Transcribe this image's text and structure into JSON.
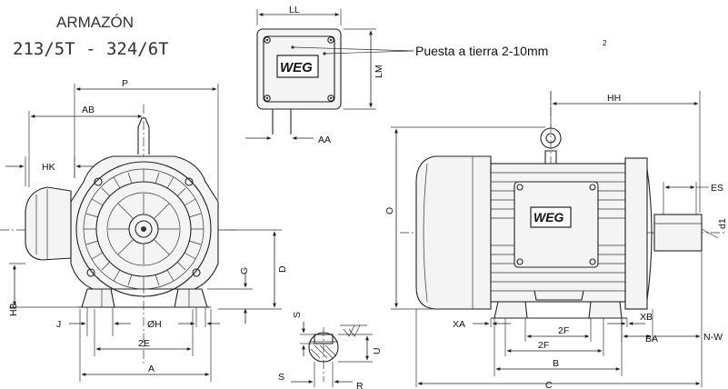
{
  "title": {
    "frame_word": "ARMAZÓN",
    "frame_range": "213/5T  -  324/6T"
  },
  "annotations": {
    "grounding": "Puesta a tierra 2-10mm",
    "grounding_sup": "2",
    "logo": "WEG"
  },
  "dimension_labels": {
    "LL": "LL",
    "LM": "LM",
    "AA": "AA",
    "P": "P",
    "AB": "AB",
    "HK": "HK",
    "D": "D",
    "G": "G",
    "OH": "ØH",
    "HB": "HB",
    "J": "J",
    "E2": "2E",
    "A": "A",
    "S_top": "S",
    "U": "U",
    "S_bottom": "S",
    "R": "R",
    "HH": "HH",
    "O": "O",
    "ES": "ES",
    "d1": "d1",
    "XA": "XA",
    "XB": "XB",
    "F2a": "2F",
    "F2b": "2F",
    "BA": "BA",
    "NW": "N-W",
    "B": "B",
    "C": "C"
  }
}
